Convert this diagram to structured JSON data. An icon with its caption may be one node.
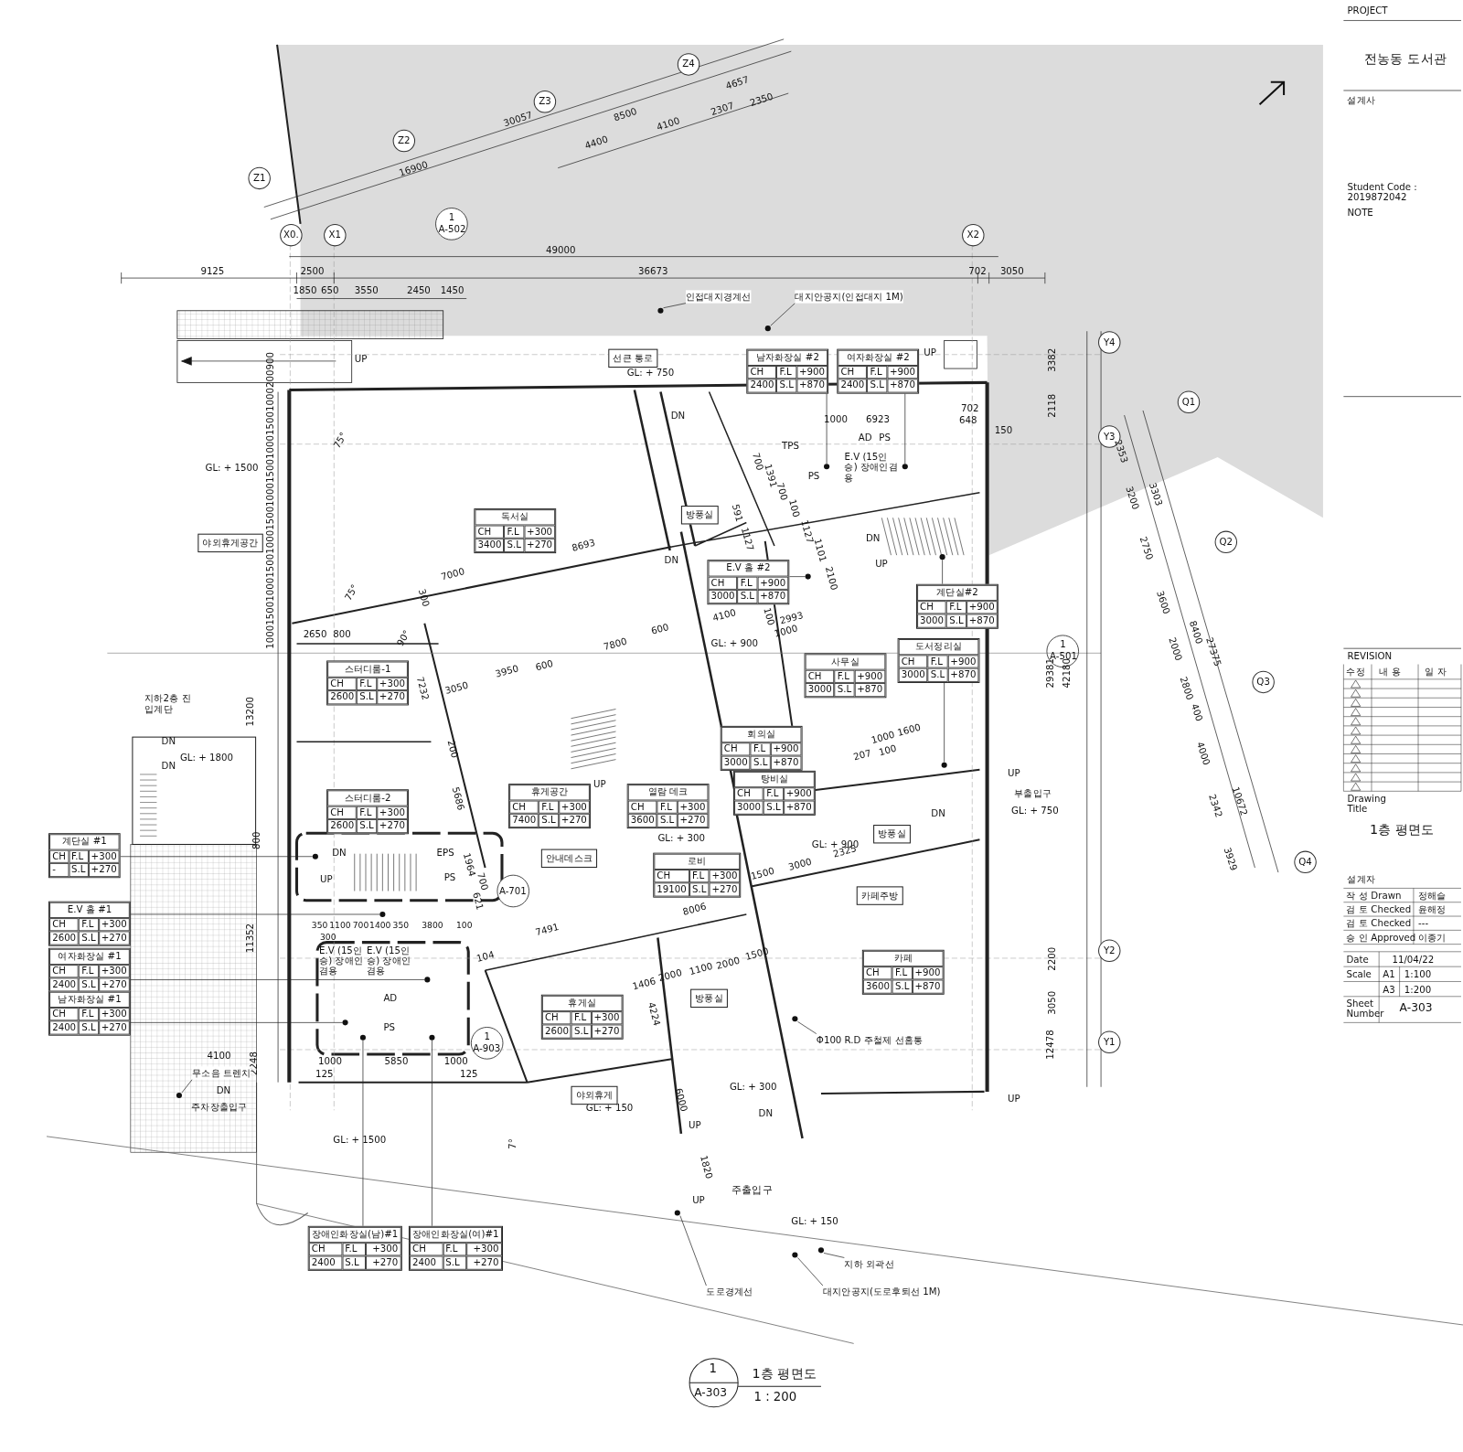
{
  "diagram": {
    "nodes": [
      {
        "text": [
          "선큰 통로"
        ]
      },
      {
        "text": [
          "남자화장실 #2",
          "CH",
          "2400",
          "F.L",
          "+900",
          "S.L",
          "+870"
        ]
      },
      {
        "text": [
          "여자화장실 #2",
          "CH",
          "2400",
          "F.L",
          "+900",
          "S.L",
          "+870"
        ]
      },
      {
        "text": [
          "독서실",
          "CH",
          "3400",
          "F.L",
          "+300",
          "S.L",
          "+270"
        ]
      },
      {
        "text": [
          "야외휴게공간"
        ]
      },
      {
        "text": [
          "방풍실"
        ]
      },
      {
        "text": [
          "E.V 홀 #2",
          "CH",
          "3000",
          "F.L",
          "+900",
          "S.L",
          "+870"
        ]
      },
      {
        "text": [
          "계단실#2",
          "CH",
          "3000",
          "F.L",
          "+900",
          "S.L",
          "+870"
        ]
      },
      {
        "text": [
          "도서정리실",
          "CH",
          "3000",
          "F.L",
          "+900",
          "S.L",
          "+870"
        ]
      },
      {
        "text": [
          "사무실",
          "CH",
          "3000",
          "F.L",
          "+900",
          "S.L",
          "+870"
        ]
      },
      {
        "text": [
          "스터디룸-1",
          "CH",
          "2600",
          "F.L",
          "+300",
          "S.L",
          "+270"
        ]
      },
      {
        "text": [
          "회의실",
          "CH",
          "3000",
          "F.L",
          "+900",
          "S.L",
          "+870"
        ]
      },
      {
        "text": [
          "탕비실",
          "CH",
          "3000",
          "F.L",
          "+900",
          "S.L",
          "+870"
        ]
      },
      {
        "text": [
          "휴게공간",
          "CH",
          "7400",
          "F.L",
          "+300",
          "S.L",
          "+270"
        ]
      },
      {
        "text": [
          "열람 데크",
          "CH",
          "3600",
          "F.L",
          "+300",
          "S.L",
          "+270"
        ]
      },
      {
        "text": [
          "스터디룸-2",
          "CH",
          "2600",
          "F.L",
          "+300",
          "S.L",
          "+270"
        ]
      },
      {
        "text": [
          "계단실 #1",
          "CH",
          "-",
          "F.L",
          "+300",
          "S.L",
          "+270"
        ]
      },
      {
        "text": [
          "안내데스크"
        ]
      },
      {
        "text": [
          "로비",
          "CH",
          "19100",
          "F.L",
          "+300",
          "S.L",
          "+270"
        ]
      },
      {
        "text": [
          "방풍실"
        ]
      },
      {
        "text": [
          "카페주방"
        ]
      },
      {
        "text": [
          "E.V 홀 #1",
          "CH",
          "2600",
          "F.L",
          "+300",
          "S.L",
          "+270"
        ]
      },
      {
        "text": [
          "여자화장실 #1",
          "CH",
          "2400",
          "F.L",
          "+300",
          "S.L",
          "+270"
        ]
      },
      {
        "text": [
          "남자화장실 #1",
          "CH",
          "2400",
          "F.L",
          "+300",
          "S.L",
          "+270"
        ]
      },
      {
        "text": [
          "휴게실",
          "CH",
          "2600",
          "F.L",
          "+300",
          "S.L",
          "+270"
        ]
      },
      {
        "text": [
          "카페",
          "CH",
          "3600",
          "F.L",
          "+900",
          "S.L",
          "+870"
        ]
      },
      {
        "text": [
          "방풍실"
        ]
      },
      {
        "text": [
          "야외휴게"
        ]
      },
      {
        "text": [
          "장애인화장실(남)#1",
          "CH",
          "2400",
          "F.L",
          "+300",
          "S.L",
          "+270"
        ]
      },
      {
        "text": [
          "장애인화장실(여)#1",
          "CH",
          "2400",
          "F.L",
          "+300",
          "S.L",
          "+270"
        ]
      },
      {
        "text": [
          "인접대지경계선"
        ]
      },
      {
        "text": [
          "대지안공지(인접대지 1M)"
        ]
      },
      {
        "text": [
          "Φ100 R.D 주철제 선홈통"
        ]
      },
      {
        "text": [
          "무소음 트렌치"
        ]
      },
      {
        "text": [
          "지하 외곽선"
        ]
      },
      {
        "text": [
          "도로경계선"
        ]
      },
      {
        "text": [
          "대지안공지(도로후퇴선 1M)"
        ]
      },
      {
        "text": [],
        "shape": "circle"
      },
      {
        "text": [],
        "shape": "circle"
      },
      {
        "text": [],
        "shape": "circle"
      },
      {
        "text": [],
        "shape": "circle"
      },
      {
        "text": [],
        "shape": "circle"
      },
      {
        "text": [],
        "shape": "circle"
      },
      {
        "text": [],
        "shape": "circle"
      },
      {
        "text": [],
        "shape": "circle"
      },
      {
        "text": [],
        "shape": "circle"
      },
      {
        "text": [],
        "shape": "circle"
      },
      {
        "text": [],
        "shape": "circle"
      },
      {
        "text": [],
        "shape": "circle"
      },
      {
        "text": [],
        "shape": "circle"
      },
      {
        "text": [],
        "shape": "circle"
      },
      {
        "text": [],
        "shape": "circle"
      },
      {
        "text": [],
        "shape": "circle"
      },
      {
        "text": [],
        "shape": "circle"
      },
      {
        "text": [],
        "shape": "circle"
      }
    ],
    "edges": [
      {
        "from": 1,
        "to": 37,
        "arrow": "none"
      },
      {
        "from": 2,
        "to": 38,
        "arrow": "none"
      },
      {
        "from": 6,
        "to": 39,
        "arrow": "none"
      },
      {
        "from": 7,
        "to": 40,
        "arrow": "none"
      },
      {
        "from": 8,
        "to": 41,
        "arrow": "none"
      },
      {
        "from": 16,
        "to": 42,
        "arrow": "none"
      },
      {
        "from": 21,
        "to": 43,
        "arrow": "none"
      },
      {
        "from": 22,
        "to": 44,
        "arrow": "none"
      },
      {
        "from": 23,
        "to": 45,
        "arrow": "none"
      },
      {
        "from": 28,
        "to": 46,
        "arrow": "none"
      },
      {
        "from": 29,
        "to": 47,
        "arrow": "none"
      },
      {
        "from": 30,
        "to": 48,
        "arrow": "none"
      },
      {
        "from": 31,
        "to": 49,
        "arrow": "none"
      },
      {
        "from": 32,
        "to": 50,
        "arrow": "none"
      },
      {
        "from": 33,
        "to": 51,
        "arrow": "none"
      },
      {
        "from": 34,
        "to": 52,
        "arrow": "none"
      },
      {
        "from": 35,
        "to": 53,
        "arrow": "none"
      },
      {
        "from": 36,
        "to": 54,
        "arrow": "none"
      }
    ],
    "labels": [
      "PROJECT",
      "전농동 도서관",
      "설계사",
      "Student Code : 2019872042",
      "NOTE",
      "REVISION",
      "수정",
      "내 용",
      "일 자",
      "Drawing Title",
      "1층 평면도",
      "설계자",
      "작 성 Drawn",
      "검 토 Checked",
      "검 토 Checked",
      "승 인 Approved",
      "정해슬",
      "윤해정",
      "---",
      "이종기",
      "Date",
      "11/04/22",
      "Scale",
      "A1",
      "1:100",
      "A3",
      "1:200",
      "Sheet Number",
      "A-303",
      "1",
      "A-303",
      "1층 평면도",
      "1 : 200",
      "Z1",
      "Z2",
      "Z3",
      "Z4",
      "X0.",
      "X1",
      "X2",
      "Y4",
      "Y3",
      "Y2",
      "Y1",
      "Q1",
      "Q2",
      "Q3",
      "Q4",
      "1",
      "A-502",
      "1",
      "A-501",
      "A-701",
      "1",
      "A-903",
      "9125",
      "2500",
      "36673",
      "702",
      "3050",
      "49000",
      "1850",
      "650",
      "3550",
      "2450",
      "1450",
      "16900",
      "30057",
      "8500",
      "4657",
      "4400",
      "4100",
      "2307",
      "2350",
      "13200",
      "11352",
      "2248",
      "800",
      "4100",
      "10001500100015001000150010001500100015001000200900",
      "3382",
      "2118",
      "29381",
      "42180",
      "2200",
      "3050",
      "12478",
      "2353",
      "3200",
      "3303",
      "2750",
      "3600",
      "2000",
      "2800",
      "400",
      "4000",
      "2342",
      "3929",
      "8400",
      "27375",
      "10672",
      "7000",
      "8693",
      "2650",
      "800",
      "7232",
      "3050",
      "3950",
      "600",
      "7800",
      "200",
      "5686",
      "4100",
      "600",
      "2993",
      "1000",
      "6923",
      "702",
      "648",
      "150",
      "2100",
      "1964",
      "700",
      "621",
      "7491",
      "8006",
      "104",
      "1500",
      "3000",
      "2325",
      "2000",
      "1100",
      "2000",
      "1500",
      "1406",
      "4224",
      "6000",
      "1820",
      "350",
      "1100",
      "700",
      "1400",
      "350",
      "3800",
      "100",
      "300",
      "1000",
      "5850",
      "1000",
      "125",
      "125",
      "1000",
      "1600",
      "207",
      "100",
      "100",
      "1000",
      "591",
      "1127",
      "700",
      "1391",
      "700",
      "100",
      "1127",
      "1101",
      "75°",
      "75°",
      "90°",
      "300",
      "7°",
      "GL: + 750",
      "GL: + 1500",
      "GL: + 1800",
      "GL: + 900",
      "GL: + 300",
      "GL: + 900",
      "GL: + 750",
      "GL: + 300",
      "GL: + 150",
      "GL: + 1500",
      "GL: + 150",
      "UP",
      "UP",
      "DN",
      "DN",
      "DN",
      "UP",
      "UP",
      "DN",
      "UP",
      "DN",
      "DN",
      "UP",
      "DN",
      "UP",
      "DN",
      "UP",
      "UP",
      "DN",
      "지하2층 진입계단",
      "주차장출입구",
      "부출입구",
      "주출입구",
      "TPS",
      "PS",
      "AD",
      "PS",
      "E.V (15인승) 장애인겸용",
      "EPS",
      "PS",
      "E.V (15인승) 장애인겸용",
      "E.V (15인승) 장애인겸용",
      "AD",
      "PS"
    ]
  }
}
